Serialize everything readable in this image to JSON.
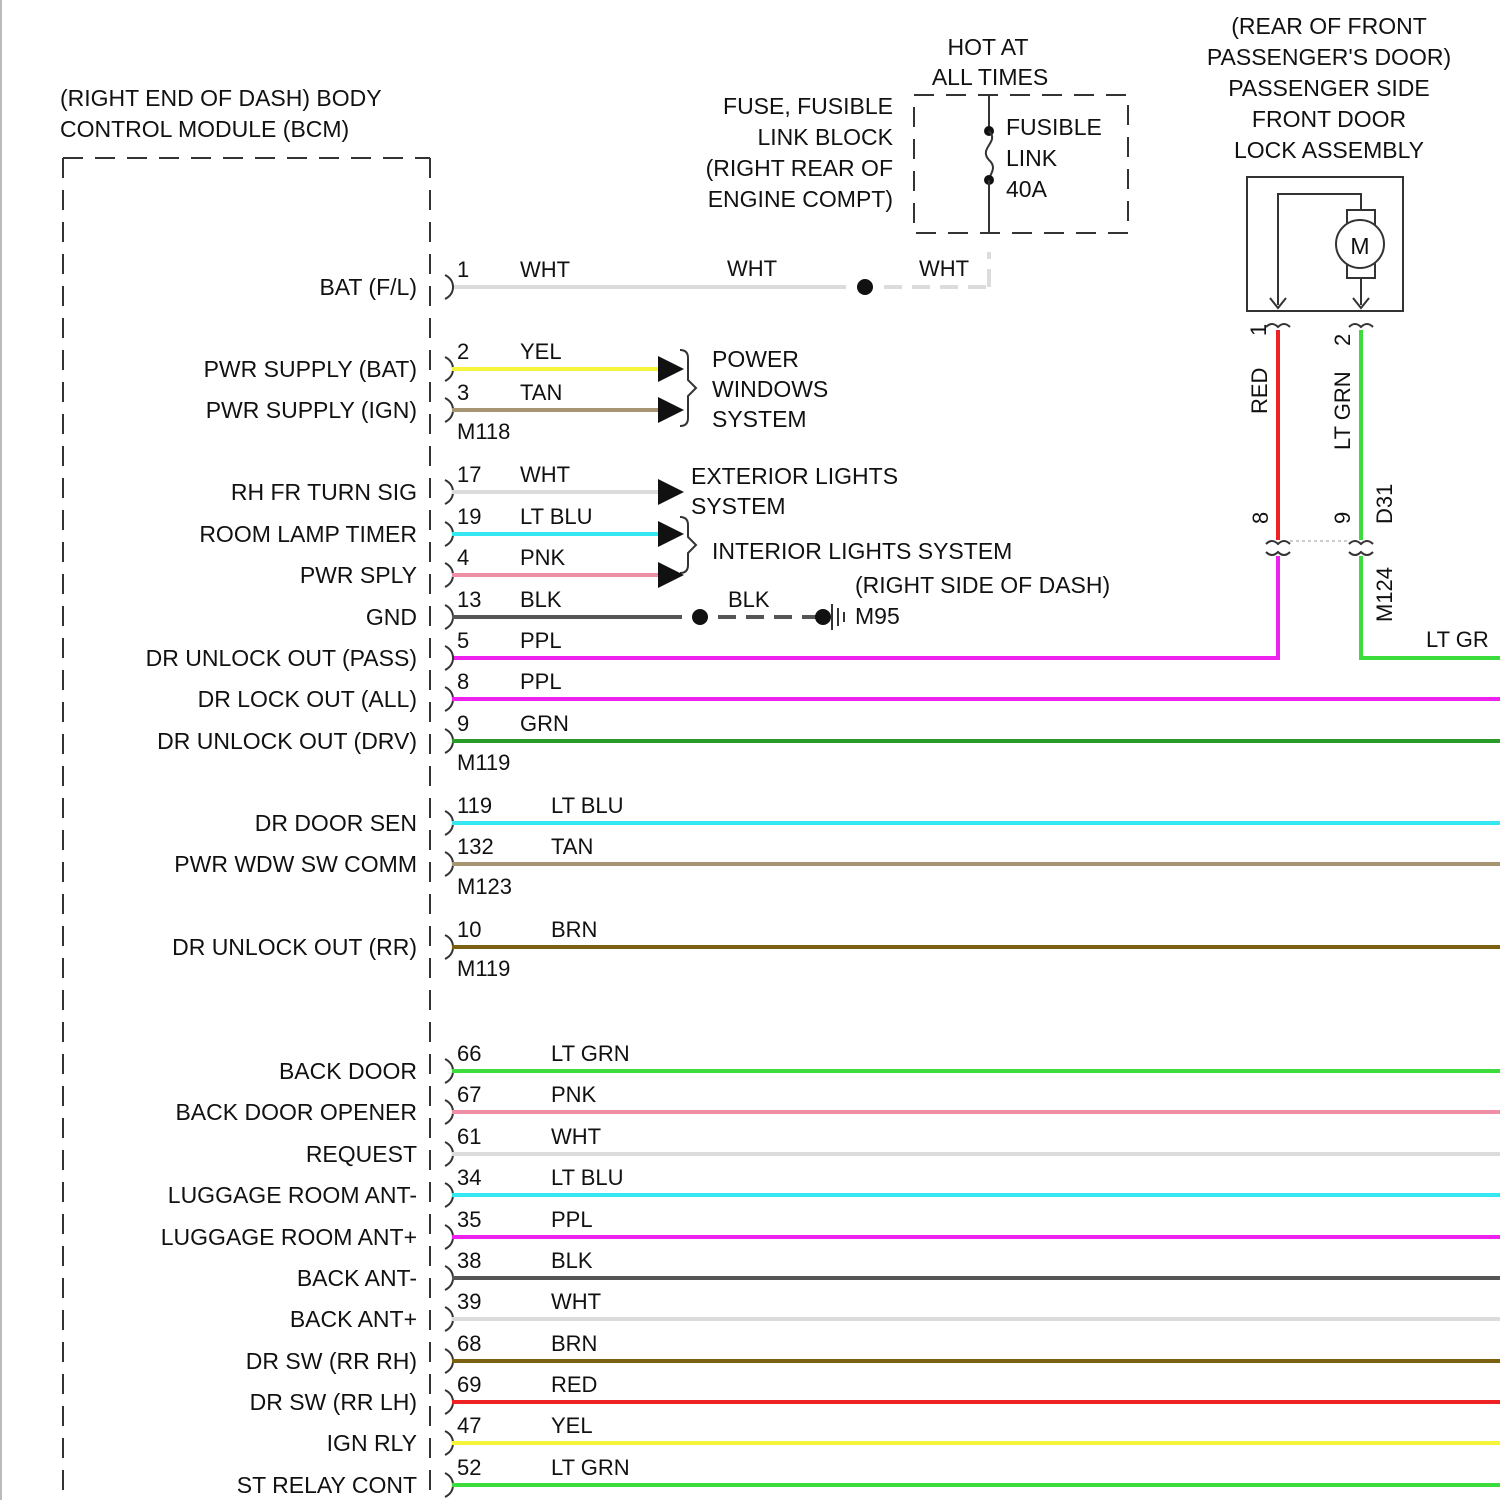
{
  "bcm": {
    "title_lines": [
      "(RIGHT END OF DASH) BODY",
      "CONTROL MODULE (BCM)"
    ]
  },
  "fuse_block": {
    "title_lines": [
      "FUSE, FUSIBLE",
      "LINK BLOCK",
      "(RIGHT REAR OF",
      "ENGINE COMPT)"
    ],
    "hot_lines": [
      "HOT AT",
      "ALL TIMES"
    ],
    "fusible_lines": [
      "FUSIBLE",
      "LINK",
      "40A"
    ]
  },
  "door_lock": {
    "title_lines": [
      "(REAR OF FRONT",
      "PASSENGER'S DOOR)",
      "PASSENGER SIDE",
      "FRONT DOOR",
      "LOCK ASSEMBLY"
    ],
    "motor_label": "M",
    "pin1": "1",
    "pin2": "2",
    "wire1_color_label": "RED",
    "wire2_color_label": "LT GRN",
    "conn_pin8": "8",
    "conn_pin9": "9",
    "conn_upper": "D31",
    "conn_lower": "M124",
    "out_label": "LT GR"
  },
  "systems": {
    "power_windows": [
      "POWER",
      "WINDOWS",
      "SYSTEM"
    ],
    "exterior_lights": [
      "EXTERIOR LIGHTS",
      "SYSTEM"
    ],
    "interior_lights": "INTERIOR LIGHTS SYSTEM",
    "ground_location": "(RIGHT SIDE OF DASH)",
    "ground_id": "M95",
    "ground_color": "BLK"
  },
  "wht_mid_labels": [
    "WHT",
    "WHT"
  ],
  "connectors": [
    {
      "label": "M118"
    },
    {
      "label": "M119"
    },
    {
      "label": "M123"
    },
    {
      "label": "M119"
    }
  ],
  "circuits": [
    {
      "function": "BAT (F/L)",
      "pin": "1",
      "color": "WHT",
      "hex": "#dcdcdc"
    },
    {
      "function": "PWR SUPPLY (BAT)",
      "pin": "2",
      "color": "YEL",
      "hex": "#f5f53c"
    },
    {
      "function": "PWR SUPPLY (IGN)",
      "pin": "3",
      "color": "TAN",
      "hex": "#a69572"
    },
    {
      "function": "RH FR TURN SIG",
      "pin": "17",
      "color": "WHT",
      "hex": "#dcdcdc"
    },
    {
      "function": "ROOM LAMP TIMER",
      "pin": "19",
      "color": "LT BLU",
      "hex": "#34e7f0"
    },
    {
      "function": "PWR SPLY",
      "pin": "4",
      "color": "PNK",
      "hex": "#ef8fa5"
    },
    {
      "function": "GND",
      "pin": "13",
      "color": "BLK",
      "hex": "#555555"
    },
    {
      "function": "DR UNLOCK OUT (PASS)",
      "pin": "5",
      "color": "PPL",
      "hex": "#ee22ee"
    },
    {
      "function": "DR LOCK OUT (ALL)",
      "pin": "8",
      "color": "PPL",
      "hex": "#ee22ee"
    },
    {
      "function": "DR UNLOCK OUT (DRV)",
      "pin": "9",
      "color": "GRN",
      "hex": "#2a9a2a"
    },
    {
      "function": "DR DOOR SEN",
      "pin": "119",
      "color": "LT BLU",
      "hex": "#34e7f0"
    },
    {
      "function": "PWR WDW SW COMM",
      "pin": "132",
      "color": "TAN",
      "hex": "#a69572"
    },
    {
      "function": "DR UNLOCK OUT (RR)",
      "pin": "10",
      "color": "BRN",
      "hex": "#7a6010"
    },
    {
      "function": "BACK DOOR",
      "pin": "66",
      "color": "LT GRN",
      "hex": "#3cdc3c"
    },
    {
      "function": "BACK DOOR OPENER",
      "pin": "67",
      "color": "PNK",
      "hex": "#ef8fa5"
    },
    {
      "function": "REQUEST",
      "pin": "61",
      "color": "WHT",
      "hex": "#dcdcdc"
    },
    {
      "function": "LUGGAGE ROOM ANT-",
      "pin": "34",
      "color": "LT BLU",
      "hex": "#34e7f0"
    },
    {
      "function": "LUGGAGE ROOM ANT+",
      "pin": "35",
      "color": "PPL",
      "hex": "#ee22ee"
    },
    {
      "function": "BACK ANT-",
      "pin": "38",
      "color": "BLK",
      "hex": "#555555"
    },
    {
      "function": "BACK ANT+",
      "pin": "39",
      "color": "WHT",
      "hex": "#dcdcdc"
    },
    {
      "function": "DR SW (RR RH)",
      "pin": "68",
      "color": "BRN",
      "hex": "#7a6010"
    },
    {
      "function": "DR SW (RR LH)",
      "pin": "69",
      "color": "RED",
      "hex": "#ee2222"
    },
    {
      "function": "IGN RLY",
      "pin": "47",
      "color": "YEL",
      "hex": "#f5f53c"
    },
    {
      "function": "ST RELAY CONT",
      "pin": "52",
      "color": "LT GRN",
      "hex": "#3cdc3c"
    }
  ]
}
